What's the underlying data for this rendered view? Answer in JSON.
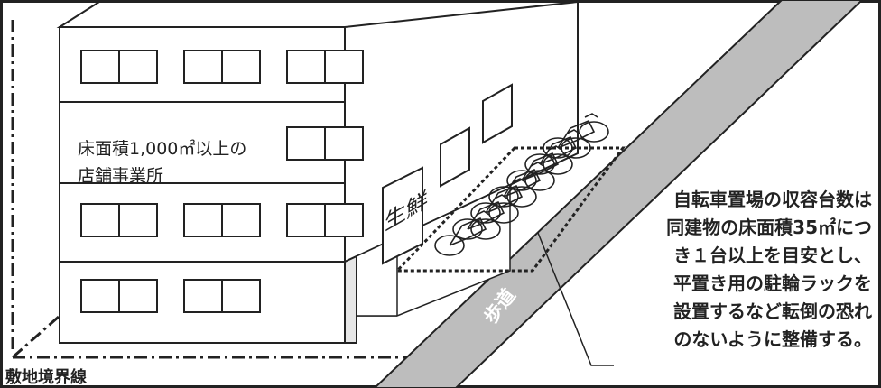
{
  "building_label": {
    "line1": "床面積1,000㎡以上の",
    "line2": "店舗事業所"
  },
  "sign_text": "生鮮",
  "note": {
    "line1": "自転車置場の収容台数は",
    "line2": "同建物の床面積35㎡につ",
    "line3": "き１台以上を目安とし、",
    "line4": "平置き用の駐輪ラックを",
    "line5": "設置するなど転倒の恐れ",
    "line6": "のないように整備する。"
  },
  "sidewalk_label": "歩道",
  "boundary_label": "敷地境界線",
  "colors": {
    "sidewalk": "#bdbdbd",
    "building_side": "#e6e6e6",
    "outline": "#222222"
  }
}
